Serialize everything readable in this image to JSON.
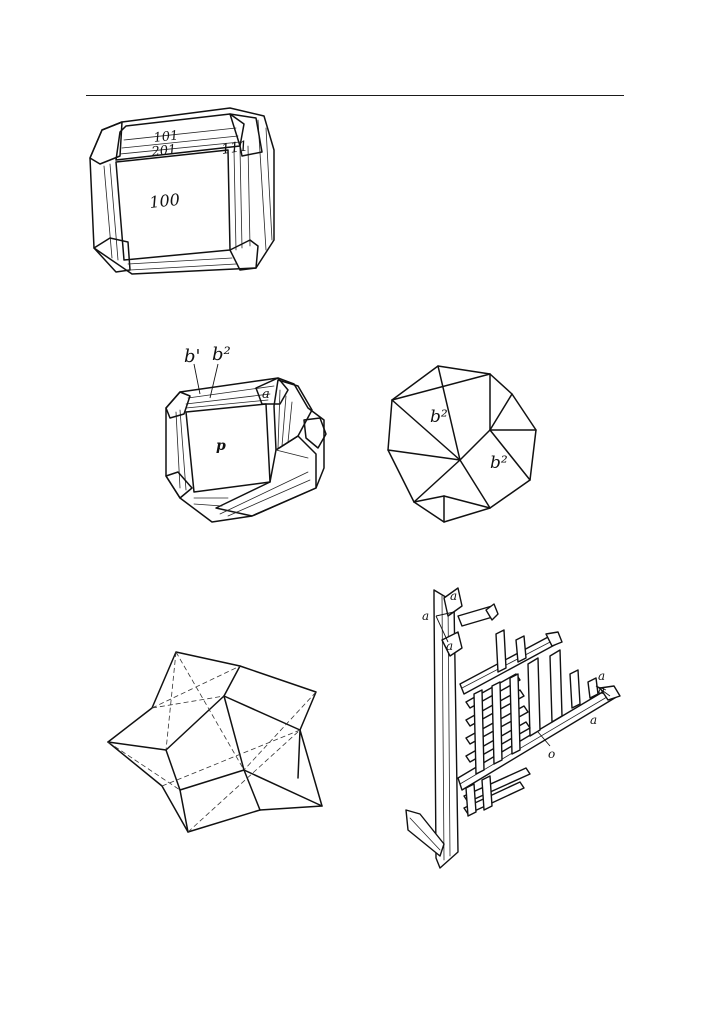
{
  "figure_1": {
    "face_labels": [
      "101",
      "201",
      "111",
      "100"
    ]
  },
  "figure_2": {
    "face_labels": [
      "b'",
      "b²",
      "a",
      "p"
    ]
  },
  "figure_3": {
    "face_labels": [
      "b²",
      "b²"
    ]
  },
  "figure_4": {
    "face_labels": []
  },
  "figure_5": {
    "face_labels": [
      "a",
      "a",
      "a",
      "a",
      "a",
      "a",
      "o"
    ]
  }
}
